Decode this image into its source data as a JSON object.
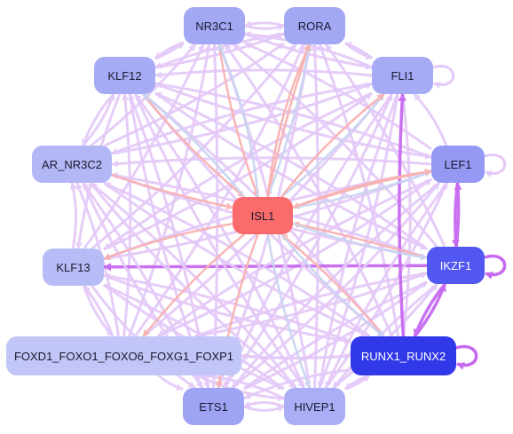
{
  "nodes": [
    {
      "id": "NR3C1",
      "label": "NR3C1",
      "color": "#a3a8f5"
    },
    {
      "id": "RORA",
      "label": "RORA",
      "color": "#a3a8f5"
    },
    {
      "id": "KLF12",
      "label": "KLF12",
      "color": "#a6abf5"
    },
    {
      "id": "FLI1",
      "label": "FLI1",
      "color": "#a6abf5"
    },
    {
      "id": "AR_NR3C2",
      "label": "AR_NR3C2",
      "color": "#b3b7f6"
    },
    {
      "id": "LEF1",
      "label": "LEF1",
      "color": "#9599f4"
    },
    {
      "id": "ISL1",
      "label": "ISL1",
      "color": "#fb6b6b"
    },
    {
      "id": "KLF13",
      "label": "KLF13",
      "color": "#b8bcf6"
    },
    {
      "id": "IKZF1",
      "label": "IKZF1",
      "color": "#5157f0"
    },
    {
      "id": "FOXD1",
      "label": "FOXD1_FOXO1_FOXO6_FOXG1_FOXP1",
      "color": "#c2c5f7"
    },
    {
      "id": "RUNX1",
      "label": "RUNX1_RUNX2",
      "color": "#3138e8"
    },
    {
      "id": "ETS1",
      "label": "ETS1",
      "color": "#9ea3f4"
    },
    {
      "id": "HIVEP1",
      "label": "HIVEP1",
      "color": "#aaaef5"
    }
  ],
  "edge_colors": {
    "default": "#e4c8f8",
    "strong": "#c76af0",
    "to_isl1": "#f8b2b2",
    "from_isl1": "#c9d5f0"
  }
}
